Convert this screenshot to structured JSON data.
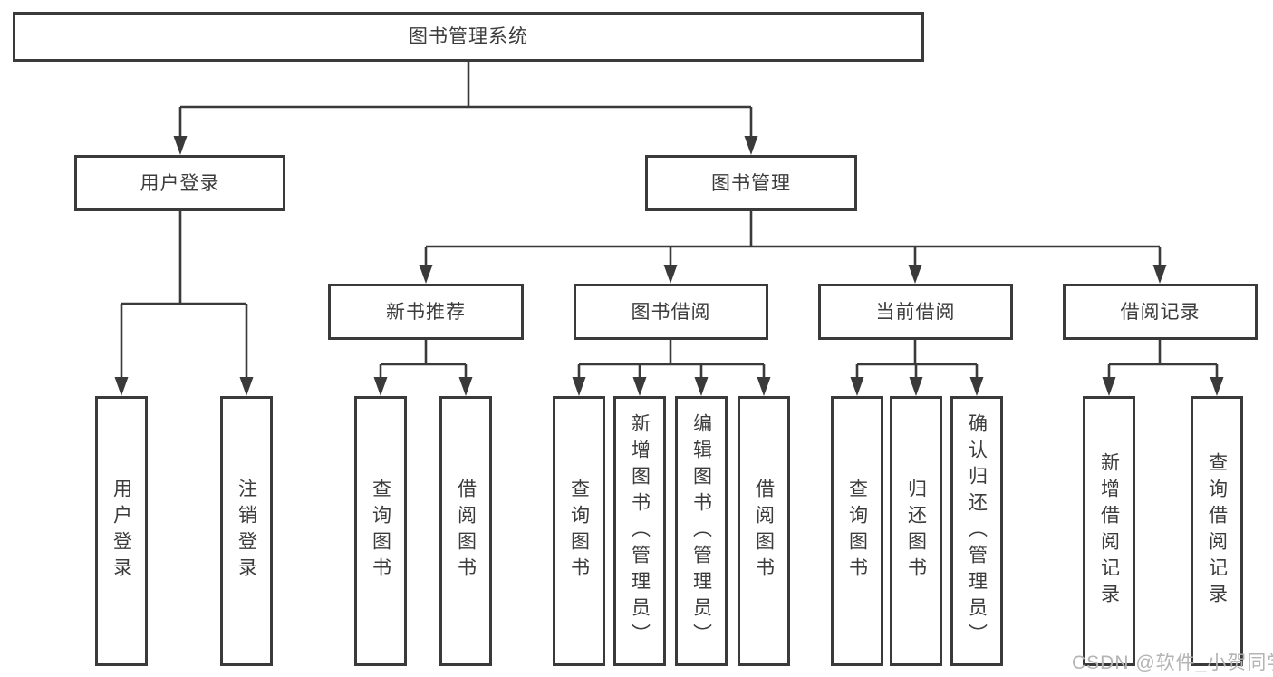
{
  "tree": {
    "root_label": "图书管理系统",
    "level2": [
      {
        "label": "用户登录",
        "leaves": [
          "用户登录",
          "注销登录"
        ]
      },
      {
        "label": "图书管理",
        "groups": [
          {
            "label": "新书推荐",
            "leaves": [
              "查询图书",
              "借阅图书"
            ]
          },
          {
            "label": "图书借阅",
            "leaves": [
              "查询图书",
              "新增图书（管理员）",
              "编辑图书（管理员）",
              "借阅图书"
            ]
          },
          {
            "label": "当前借阅",
            "leaves": [
              "查询图书",
              "归还图书",
              "确认归还（管理员）"
            ]
          },
          {
            "label": "借阅记录",
            "leaves": [
              "新增借阅记录",
              "查询借阅记录"
            ]
          }
        ]
      }
    ]
  },
  "watermark": "CSDN @软件_小贺同学",
  "colors": {
    "line": "#3a3a3a",
    "text": "#3c3c3c",
    "background": "#ffffff",
    "watermark": "#b4b4b4"
  }
}
